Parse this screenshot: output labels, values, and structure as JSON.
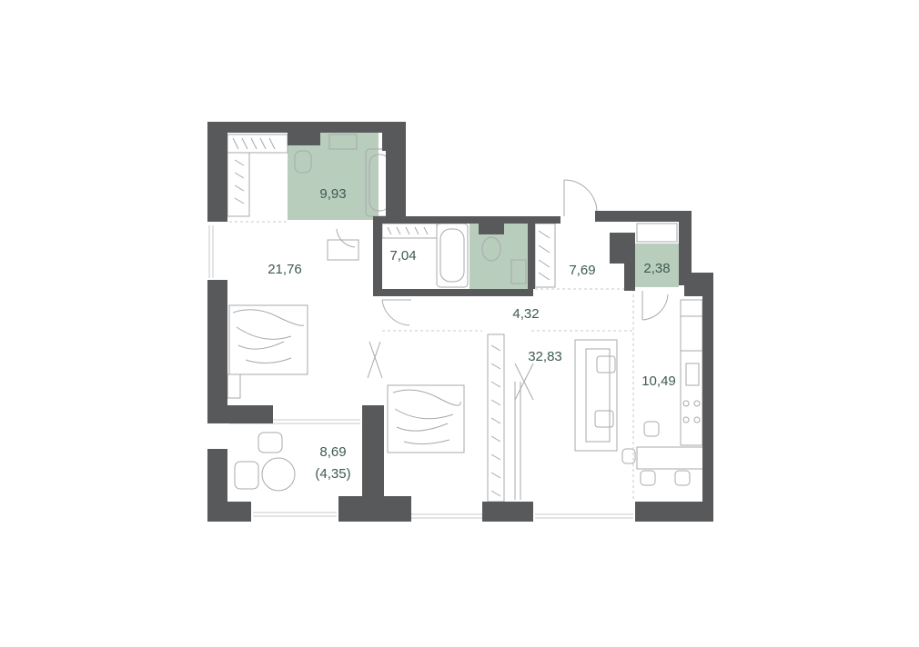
{
  "colors": {
    "wall": "#58595b",
    "wet_zone": "#b9cdbd",
    "furniture": "#a7a9ac",
    "label": "#3d5a50"
  },
  "rooms": [
    {
      "id": "bathroom-main",
      "label": "9,93",
      "sub": ""
    },
    {
      "id": "bedroom-1",
      "label": "21,76",
      "sub": ""
    },
    {
      "id": "bathroom-2",
      "label": "7,04",
      "sub": ""
    },
    {
      "id": "wardrobe",
      "label": "7,69",
      "sub": ""
    },
    {
      "id": "storage",
      "label": "2,38",
      "sub": ""
    },
    {
      "id": "hall",
      "label": "4,32",
      "sub": ""
    },
    {
      "id": "living-room",
      "label": "32,83",
      "sub": ""
    },
    {
      "id": "kitchen",
      "label": "10,49",
      "sub": ""
    },
    {
      "id": "balcony",
      "label": "8,69",
      "sub": "(4,35)"
    }
  ]
}
